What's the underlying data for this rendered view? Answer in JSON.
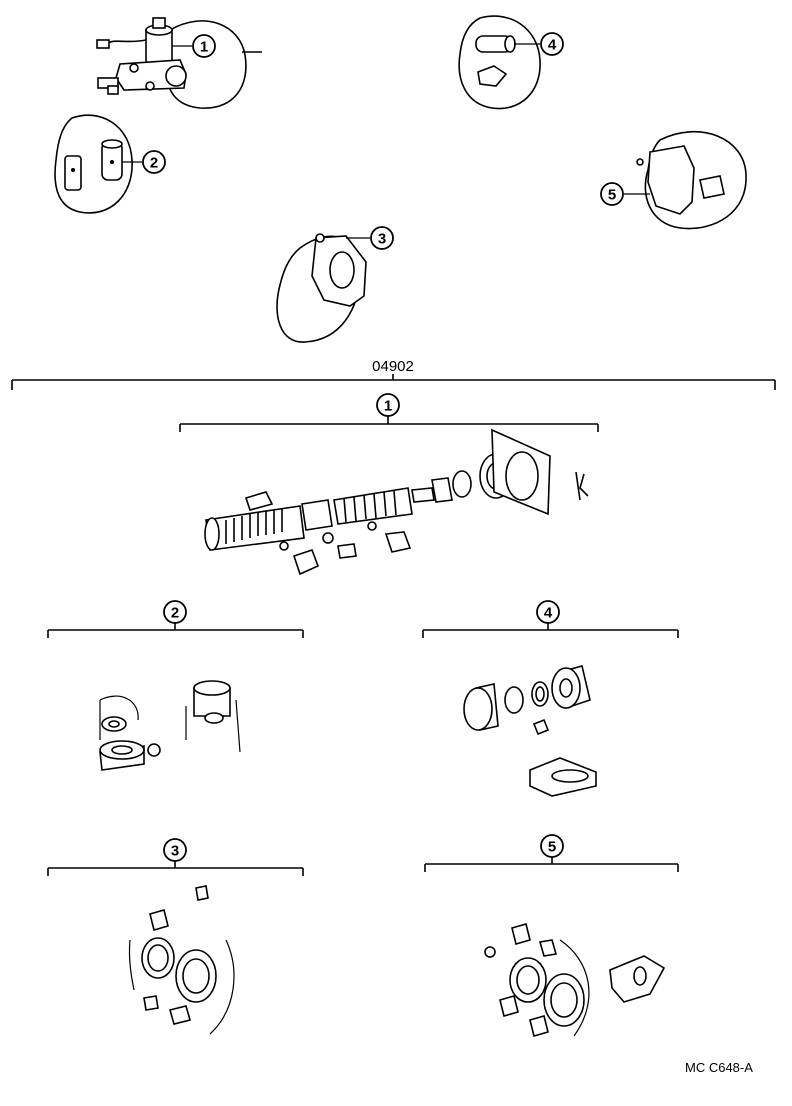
{
  "diagram": {
    "kit_part_number": "04902",
    "drawing_code": "MC  C648-A",
    "callouts": {
      "master_cylinder": "1",
      "front_wheel_cylinder": "2",
      "rear_caliper": "3",
      "rear_wheel_cylinder": "4",
      "front_caliper": "5"
    },
    "kit_groups": {
      "g1": "1",
      "g2": "2",
      "g3": "3",
      "g4": "4",
      "g5": "5"
    }
  }
}
